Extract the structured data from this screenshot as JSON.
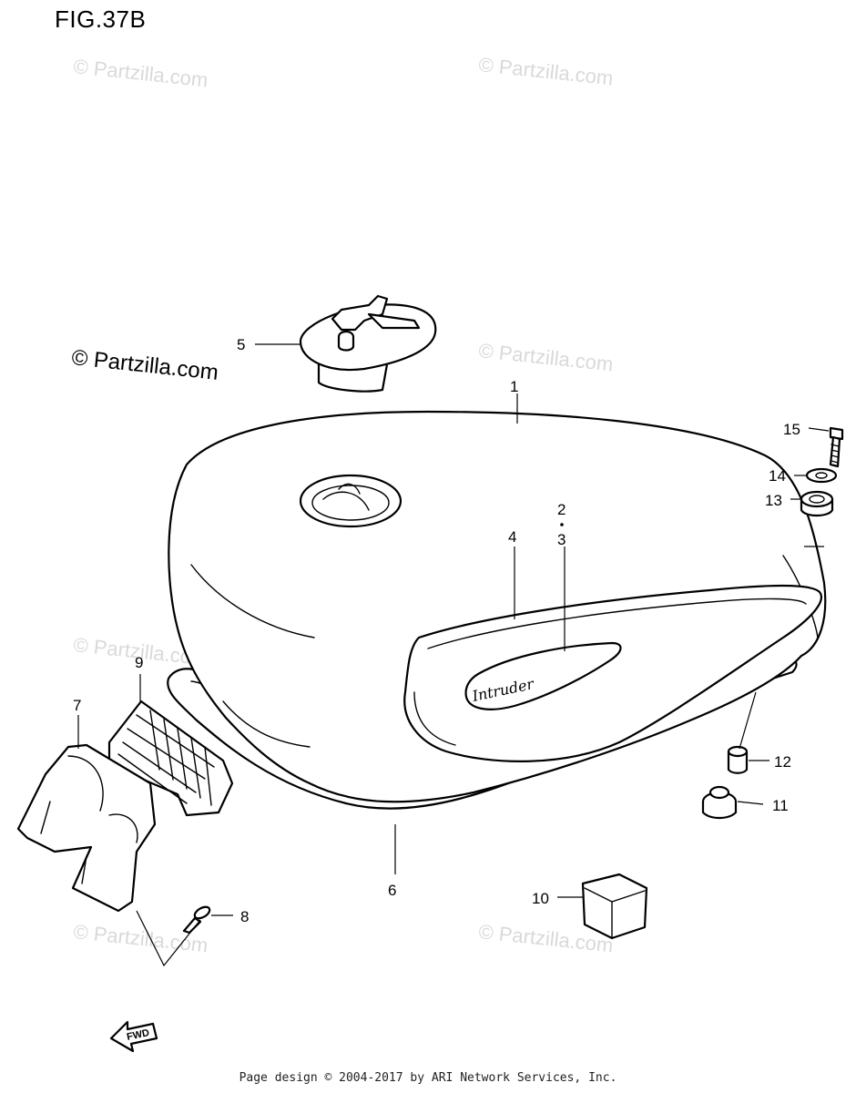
{
  "figure": {
    "title": "FIG.37B"
  },
  "watermark": {
    "text": "© Partzilla.com"
  },
  "emblem": {
    "text": "Intruder"
  },
  "fwd_label": "FWD",
  "callouts": [
    {
      "id": "1",
      "label": "1"
    },
    {
      "id": "2",
      "label": "2"
    },
    {
      "id": "3",
      "label": "3"
    },
    {
      "id": "4",
      "label": "4"
    },
    {
      "id": "5",
      "label": "5"
    },
    {
      "id": "6",
      "label": "6"
    },
    {
      "id": "7",
      "label": "7"
    },
    {
      "id": "8",
      "label": "8"
    },
    {
      "id": "9",
      "label": "9"
    },
    {
      "id": "10",
      "label": "10"
    },
    {
      "id": "11",
      "label": "11"
    },
    {
      "id": "12",
      "label": "12"
    },
    {
      "id": "13",
      "label": "13"
    },
    {
      "id": "14",
      "label": "14"
    },
    {
      "id": "15",
      "label": "15"
    }
  ],
  "footer": {
    "text": "Page design © 2004-2017 by ARI Network Services, Inc."
  }
}
